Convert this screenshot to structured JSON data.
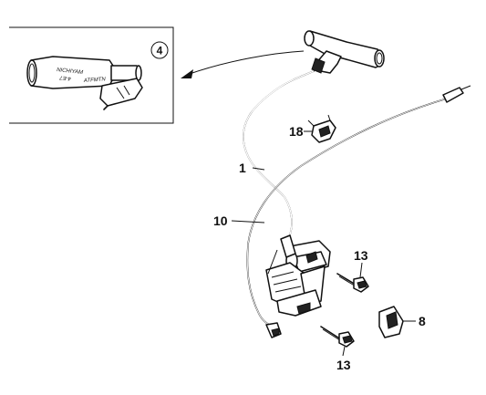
{
  "inset": {
    "ref_number": "4",
    "cap_label": "NICHIYAM",
    "cap_sublabel": "4-E7",
    "cap_code": "ATFMTN"
  },
  "callouts": {
    "ignition_coil": "1",
    "stop_switch_wire": "10",
    "wire_clip": "18",
    "bolt_upper": "13",
    "bolt_lower": "13",
    "clamp": "8"
  }
}
